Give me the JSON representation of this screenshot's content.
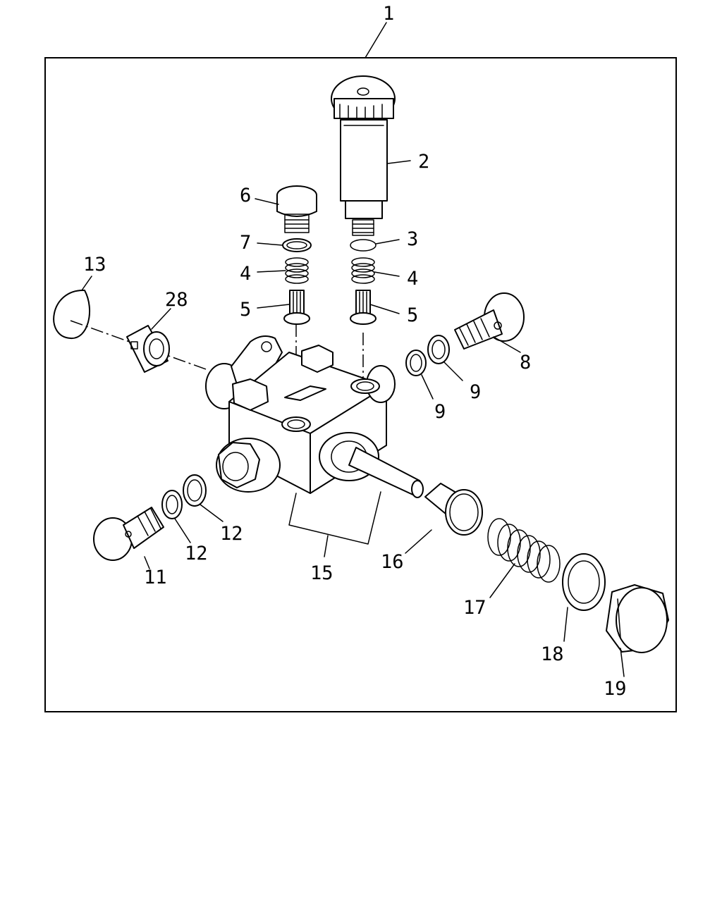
{
  "callouts": {
    "c1": "1",
    "c2": "2",
    "c3": "3",
    "c4a": "4",
    "c4b": "4",
    "c5a": "5",
    "c5b": "5",
    "c6": "6",
    "c7": "7",
    "c8": "8",
    "c9a": "9",
    "c9b": "9",
    "c11": "11",
    "c12a": "12",
    "c12b": "12",
    "c13": "13",
    "c15": "15",
    "c16": "16",
    "c17": "17",
    "c18": "18",
    "c19": "19",
    "c28": "28"
  }
}
